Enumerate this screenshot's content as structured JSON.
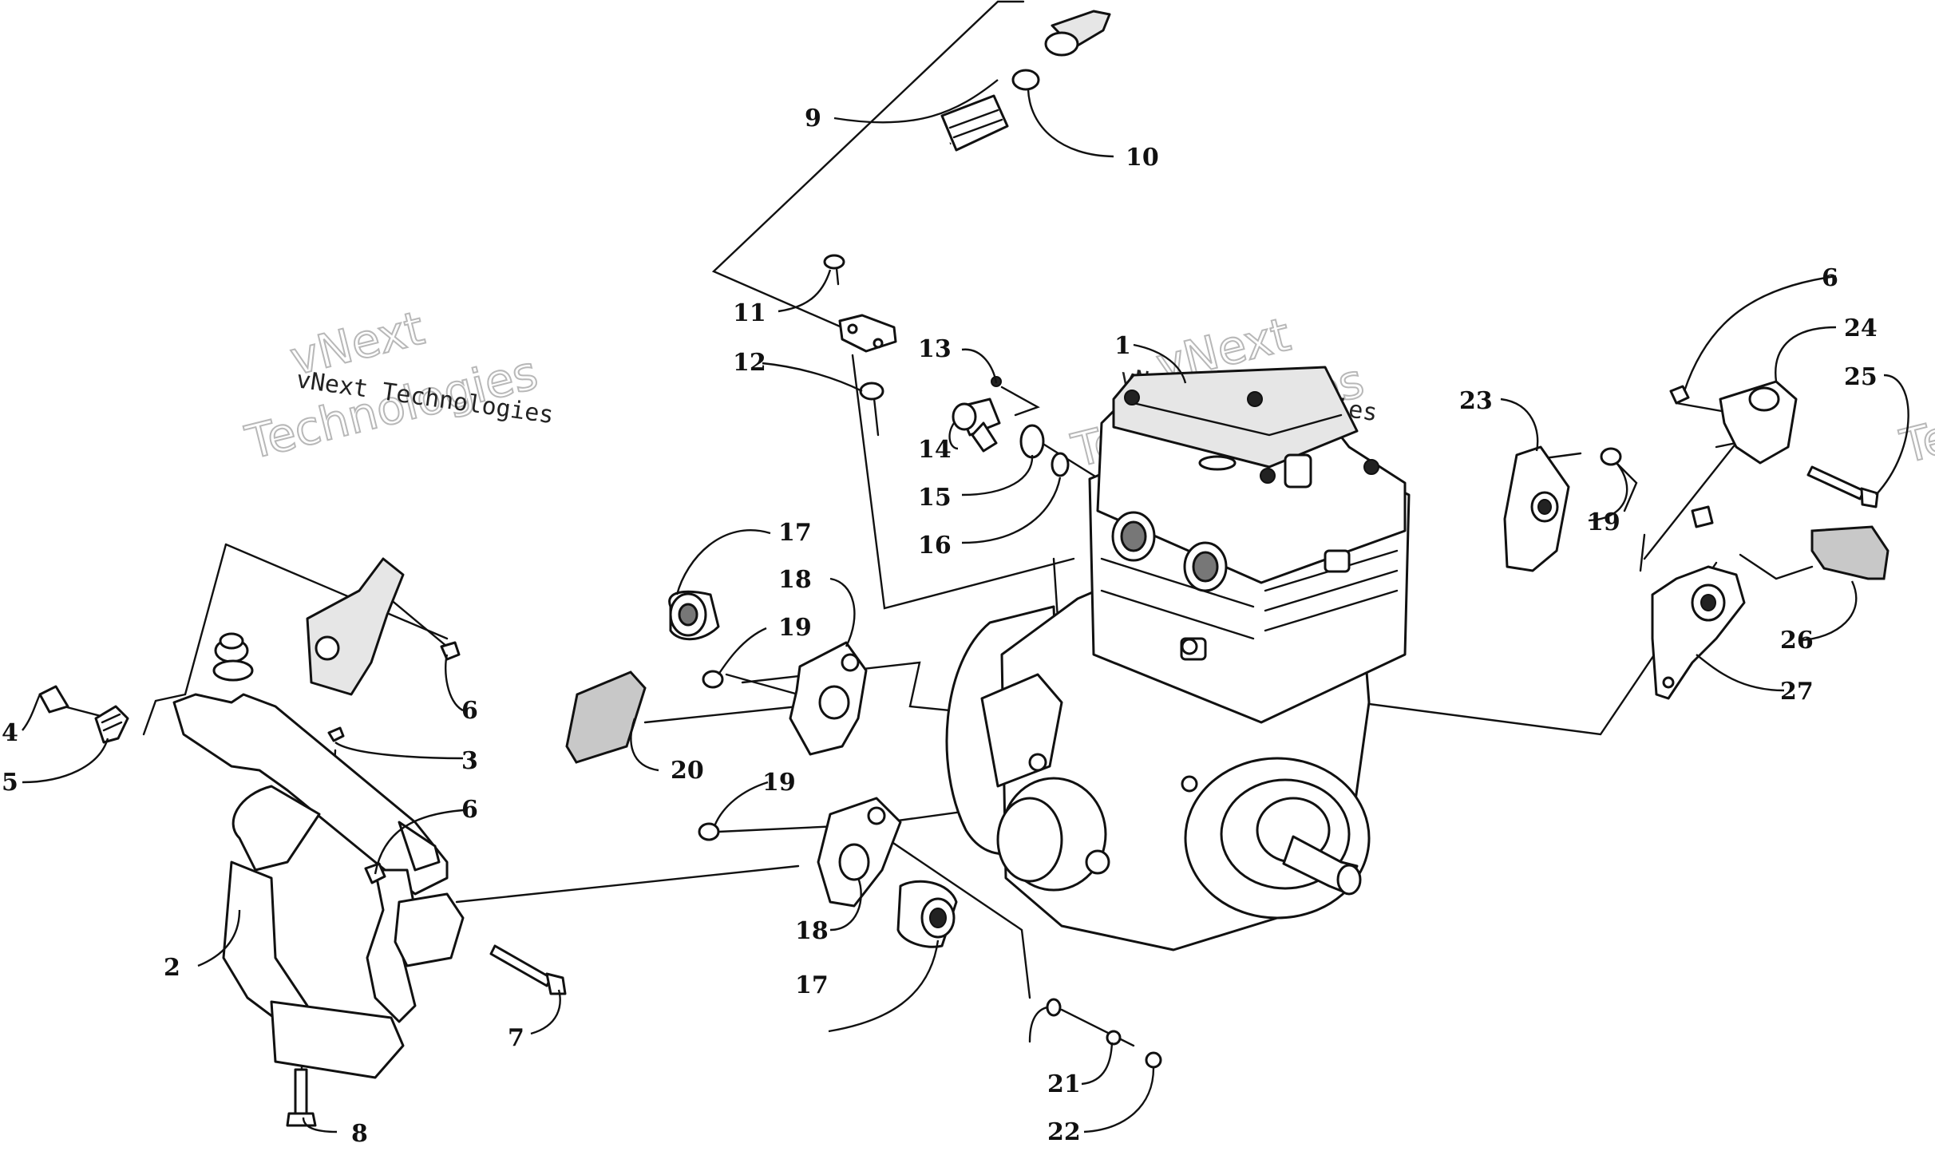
{
  "callouts": [
    {
      "label": "1"
    },
    {
      "label": "2"
    },
    {
      "label": "3"
    },
    {
      "label": "4"
    },
    {
      "label": "5"
    },
    {
      "label": "6"
    },
    {
      "label": "6"
    },
    {
      "label": "6"
    },
    {
      "label": "7"
    },
    {
      "label": "8"
    },
    {
      "label": "9"
    },
    {
      "label": "10"
    },
    {
      "label": "11"
    },
    {
      "label": "12"
    },
    {
      "label": "13"
    },
    {
      "label": "14"
    },
    {
      "label": "15"
    },
    {
      "label": "16"
    },
    {
      "label": "17"
    },
    {
      "label": "17"
    },
    {
      "label": "18"
    },
    {
      "label": "18"
    },
    {
      "label": "19"
    },
    {
      "label": "19"
    },
    {
      "label": "19"
    },
    {
      "label": "20"
    },
    {
      "label": "21"
    },
    {
      "label": "22"
    },
    {
      "label": "23"
    },
    {
      "label": "24"
    },
    {
      "label": "25"
    },
    {
      "label": "26"
    },
    {
      "label": "27"
    }
  ],
  "watermarks": [
    {
      "small": "vNext Technologies",
      "big_top": "vNext",
      "big_bottom": "Technologies"
    },
    {
      "small": "vNext Technologies",
      "big_top": "vNext",
      "big_bottom": "Technologies"
    },
    {
      "edge": "Te"
    }
  ]
}
